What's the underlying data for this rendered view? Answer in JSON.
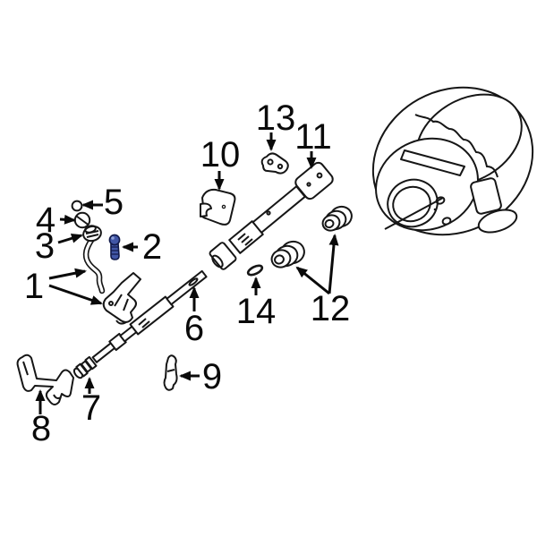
{
  "figure": {
    "kind": "exploded-parts-line-drawing",
    "subject": "steering-column-assembly-with-steering-wheel",
    "background_color": "#ffffff",
    "line_color": "#161616",
    "label_color": "#0a0a0a",
    "highlight_color": "#4156a6",
    "highlight_outline_color": "#10194a",
    "highlighted_callout": "2",
    "callouts": [
      {
        "num": "1"
      },
      {
        "num": "2"
      },
      {
        "num": "3"
      },
      {
        "num": "4"
      },
      {
        "num": "5"
      },
      {
        "num": "6"
      },
      {
        "num": "7"
      },
      {
        "num": "8"
      },
      {
        "num": "9"
      },
      {
        "num": "10"
      },
      {
        "num": "11"
      },
      {
        "num": "12"
      },
      {
        "num": "13"
      },
      {
        "num": "14"
      }
    ]
  }
}
